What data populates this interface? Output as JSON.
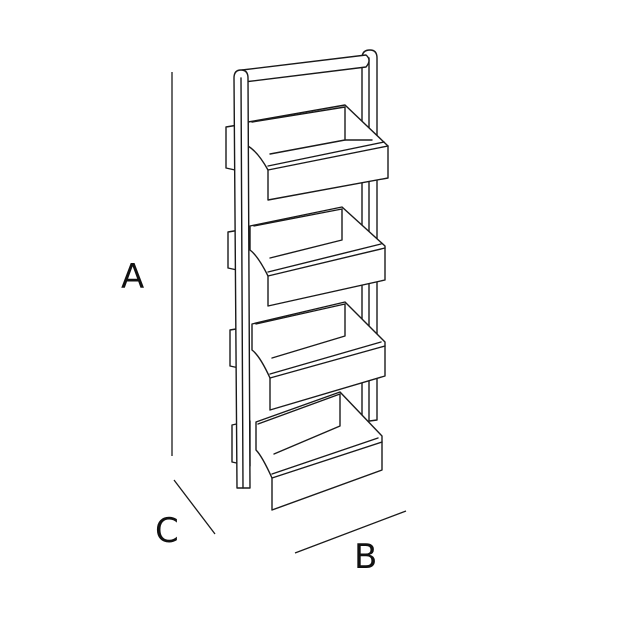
{
  "diagram": {
    "subject": "four-tier ladder shelf with tray baskets",
    "tiers": 4,
    "line_color": "#1a1a1a",
    "background": "#ffffff"
  },
  "dimensions": {
    "height_label": "A",
    "width_label": "B",
    "depth_label": "C"
  }
}
